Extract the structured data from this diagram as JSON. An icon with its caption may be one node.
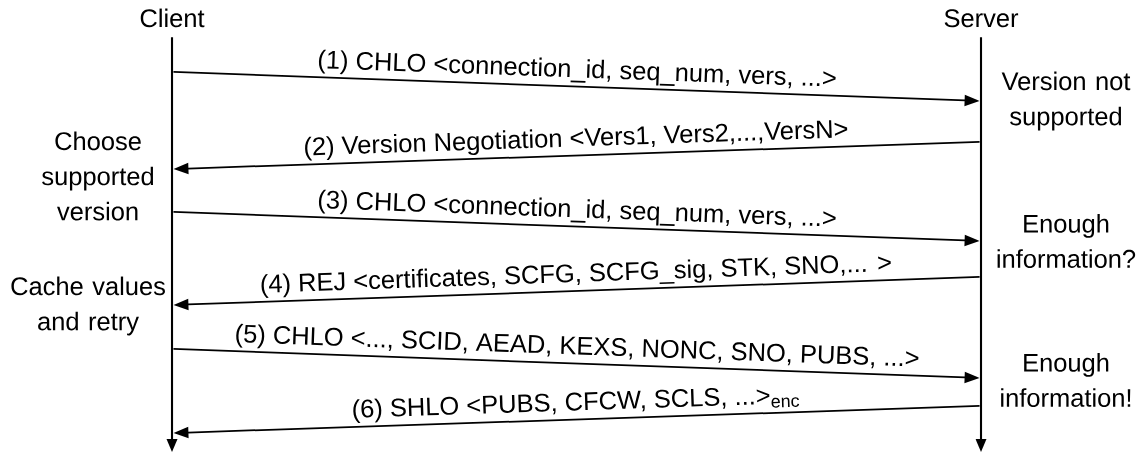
{
  "diagram": {
    "nodes": [
      {
        "text": [
          "Client"
        ]
      },
      {
        "text": [
          "Server"
        ]
      },
      {
        "text": [],
        "shape": "bar"
      },
      {
        "text": [],
        "shape": "bar"
      }
    ],
    "edges": [
      {
        "from": 2,
        "to": 3,
        "arrow": "to",
        "label": "(1) CHLO <connection_id, seq_num, vers, ...>"
      },
      {
        "from": 3,
        "to": 2,
        "arrow": "to",
        "label": "(2) Version Negotiation <Vers1, Vers2,...,VersN>"
      },
      {
        "from": 2,
        "to": 3,
        "arrow": "to",
        "label": "(3) CHLO <connection_id, seq_num, vers, ...>"
      },
      {
        "from": 3,
        "to": 2,
        "arrow": "to",
        "label": "(4) REJ <certificates, SCFG, SCFG_sig, STK, SNO,... >"
      },
      {
        "from": 2,
        "to": 3,
        "arrow": "to",
        "label": "(5) CHLO <..., SCID, AEAD, KEXS, NONC, SNO, PUBS, ...>"
      },
      {
        "from": 3,
        "to": 2,
        "arrow": "to",
        "label": "(6) SHLO <PUBS, CFCW, SCLS, ...>$_{enc}$"
      }
    ],
    "labels": [
      "Version not supported",
      "Choose supported version",
      "Enough information?",
      "Cache values and retry",
      "Enough information!"
    ]
  }
}
